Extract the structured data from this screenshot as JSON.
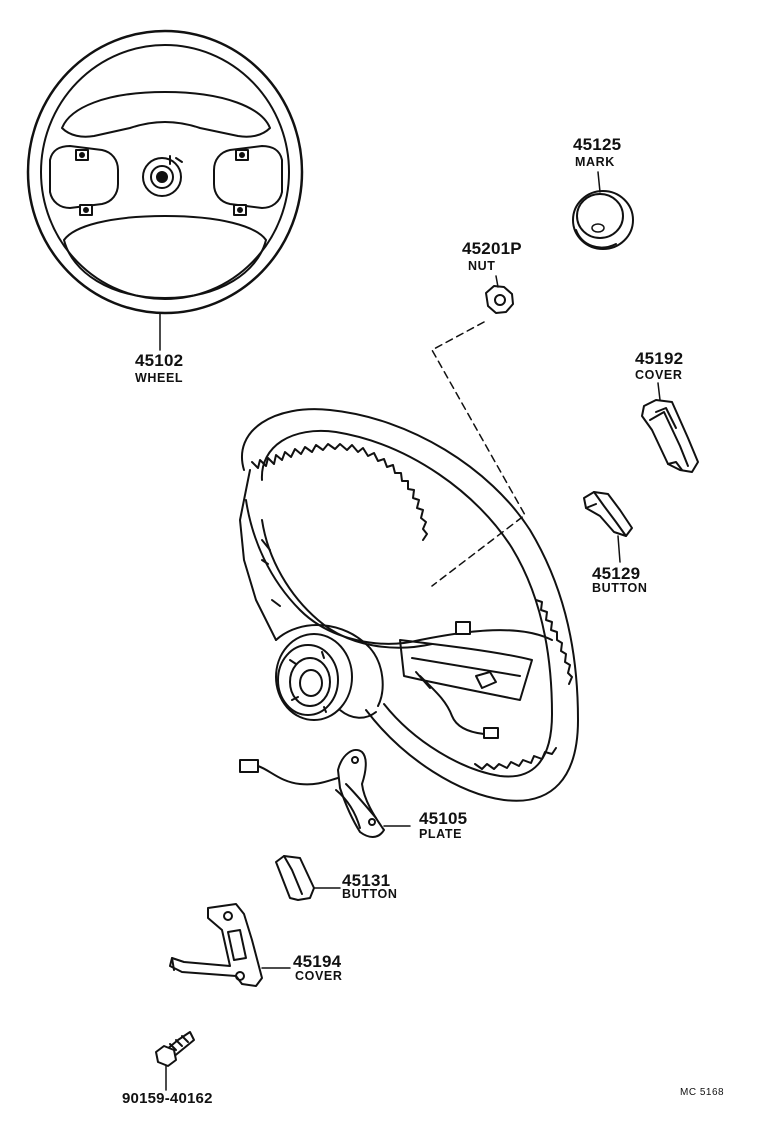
{
  "diagram": {
    "parts": [
      {
        "id": "wheel",
        "number": "45102",
        "name": "WHEEL"
      },
      {
        "id": "mark",
        "number": "45125",
        "name": "MARK"
      },
      {
        "id": "nut",
        "number": "45201P",
        "name": "NUT"
      },
      {
        "id": "cover-upper",
        "number": "45192",
        "name": "COVER"
      },
      {
        "id": "button-upper",
        "number": "45129",
        "name": "BUTTON"
      },
      {
        "id": "plate",
        "number": "45105",
        "name": "PLATE"
      },
      {
        "id": "button-lower",
        "number": "45131",
        "name": "BUTTON"
      },
      {
        "id": "cover-lower",
        "number": "45194",
        "name": "COVER"
      },
      {
        "id": "bolt",
        "number": "90159-40162",
        "name": ""
      }
    ],
    "catalog_code": "MC 5168"
  }
}
